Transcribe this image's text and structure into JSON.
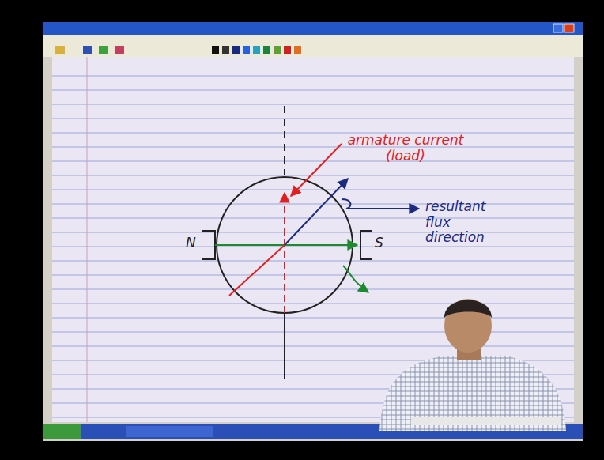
{
  "diagram": {
    "labels": [
      "armature current (load)",
      "resultant flux direction",
      "N",
      "S"
    ]
  }
}
